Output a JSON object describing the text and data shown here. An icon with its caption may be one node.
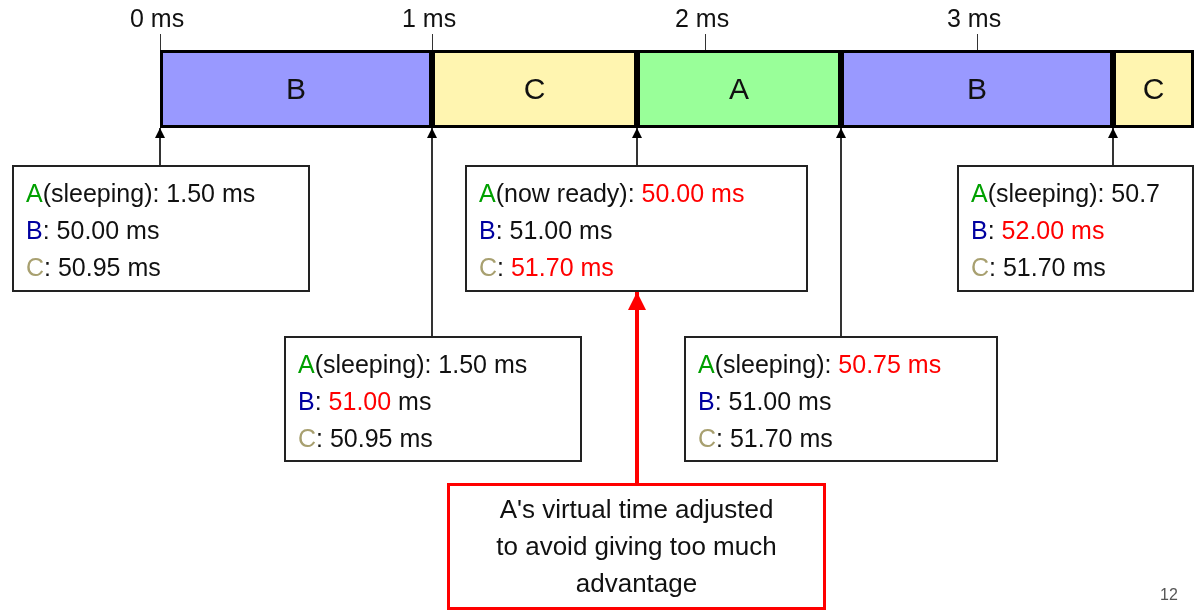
{
  "diagram": {
    "nodes": [
      {
        "text": [
          "B"
        ]
      },
      {
        "text": [
          "C"
        ]
      },
      {
        "text": [
          "A"
        ]
      },
      {
        "text": [
          "B"
        ]
      },
      {
        "text": [
          "C"
        ]
      },
      {
        "text": [
          "A(sleeping): 1.50 ms",
          "B: 50.00 ms",
          "C: 50.95 ms"
        ]
      },
      {
        "text": [
          "A(sleeping): 1.50 ms",
          "B: **51.00** ms",
          "C: 50.95 ms"
        ]
      },
      {
        "text": [
          "A(now ready): **50.00 ms**",
          "B: 51.00 ms",
          "C: **51.70 ms**"
        ]
      },
      {
        "text": [
          "A(sleeping): **50.75 ms**",
          "B: 51.00 ms",
          "C: 51.70 ms"
        ]
      },
      {
        "text": [
          "A(sleeping): 50.7",
          "B: **52.00 ms**",
          "C: 51.70 ms"
        ]
      },
      {
        "text": [
          "A's virtual time adjusted to avoid giving too much advantage"
        ]
      }
    ],
    "edges": [
      {
        "from": 5,
        "to": 0,
        "arrow": "to"
      },
      {
        "from": 6,
        "to": 1,
        "arrow": "to"
      },
      {
        "from": 7,
        "to": 2,
        "arrow": "to"
      },
      {
        "from": 8,
        "to": 3,
        "arrow": "to"
      },
      {
        "from": 9,
        "to": 4,
        "arrow": "to"
      },
      {
        "from": 10,
        "to": 7,
        "arrow": "to",
        "style": "thick",
        "color": "#ff0000"
      }
    ],
    "labels": [
      "0 ms",
      "1 ms",
      "2 ms",
      "3 ms",
      "12"
    ]
  }
}
